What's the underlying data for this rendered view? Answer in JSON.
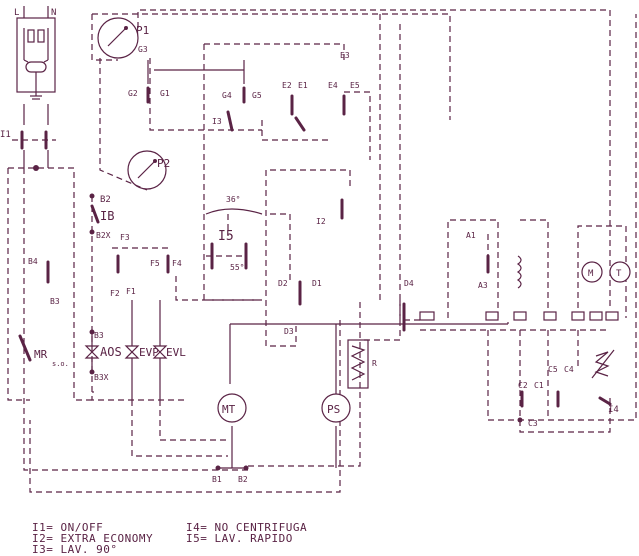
{
  "labels": {
    "l": "L",
    "n": "N",
    "i1": "I1",
    "p1": "P1",
    "p2": "P2",
    "ib": "IB",
    "i5": "I5",
    "i2": "I2",
    "i3": "I3",
    "mr": "MR",
    "aos": "AOS",
    "evp": "EVP",
    "evl": "EVL",
    "mt": "MT",
    "ps": "PS",
    "m": "M",
    "t": "T",
    "i4": "I4",
    "a1": "A1",
    "a3": "A3",
    "b1": "B1",
    "b2": "B2",
    "b3": "B3",
    "b4": "B4",
    "b2x": "B2X",
    "b3x": "B3X",
    "d1": "D1",
    "d2": "D2",
    "d3": "D3",
    "d4": "D4",
    "e1": "E1",
    "e2": "E2",
    "e3": "E3",
    "e4": "E4",
    "e5": "E5",
    "f1": "F1",
    "f2": "F2",
    "f3": "F3",
    "f4": "F4",
    "f5": "F5",
    "g1": "G1",
    "g2": "G2",
    "g3": "G3",
    "g4": "G4",
    "g5": "G5",
    "c1": "C1",
    "c2": "C2",
    "c3": "C3",
    "c4": "C4",
    "c5": "C5",
    "deg36": "36°",
    "deg55": "55°",
    "so": "s.o.",
    "r": "R"
  },
  "legend": [
    {
      "code": "I1",
      "text": "ON/OFF"
    },
    {
      "code": "I2",
      "text": "EXTRA ECONOMY"
    },
    {
      "code": "I3",
      "text": "LAV. 90°"
    },
    {
      "code": "I4",
      "text": "NO CENTRIFUGA"
    },
    {
      "code": "I5",
      "text": "LAV. RAPIDO"
    }
  ]
}
